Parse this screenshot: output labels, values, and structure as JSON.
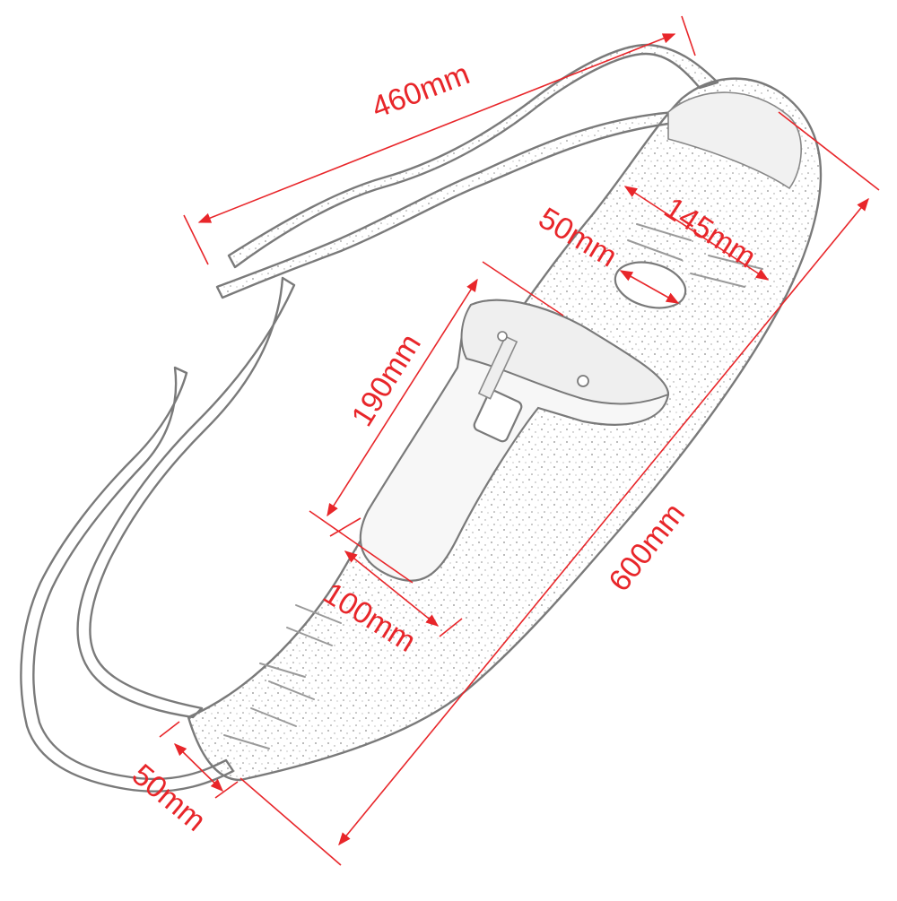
{
  "labels": {
    "strap_length": "460mm",
    "total_length": "600mm",
    "top_width": "145mm",
    "hole_width": "50mm",
    "pocket_height": "190mm",
    "pocket_width": "100mm",
    "bottom_width": "50mm"
  },
  "colors": {
    "dimension": "#e8262a",
    "outline": "#7a7a7a",
    "background": "#ffffff"
  }
}
